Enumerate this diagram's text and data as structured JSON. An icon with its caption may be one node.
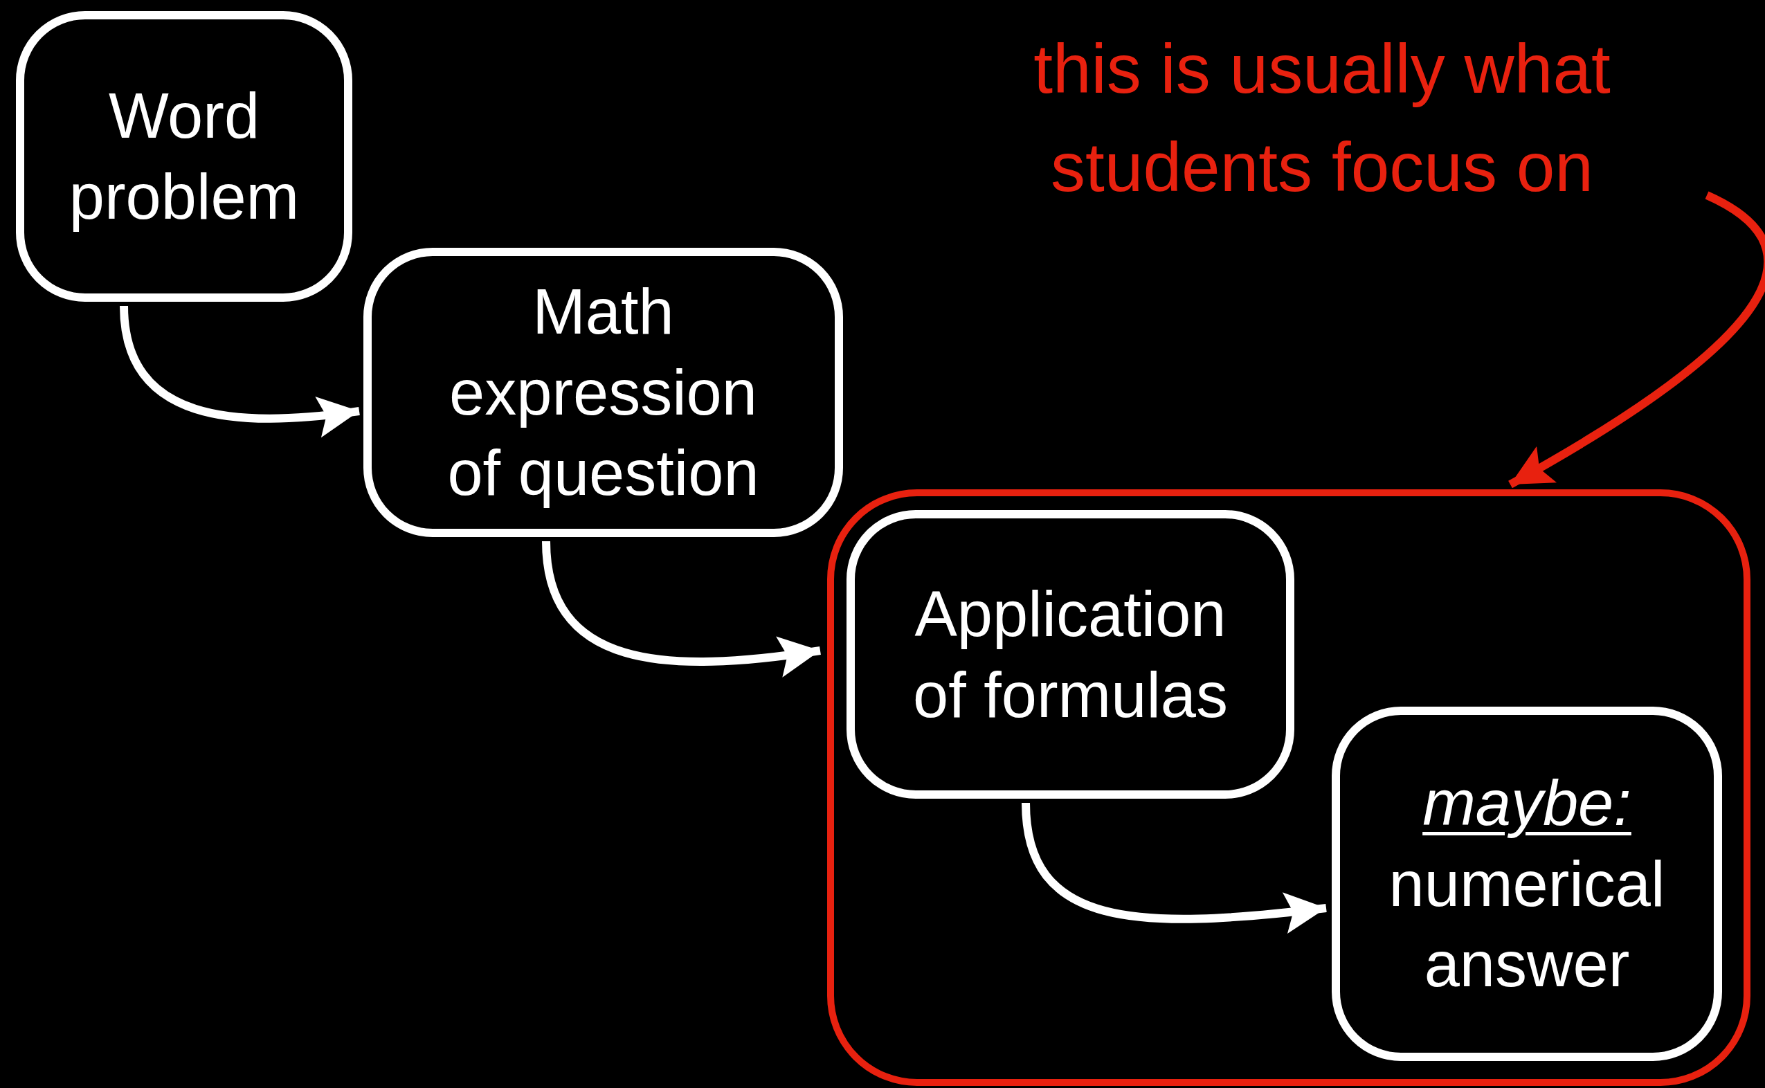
{
  "diagram": {
    "nodes": [
      {
        "text": [
          "Word problem"
        ]
      },
      {
        "text": [
          "Math expression of question"
        ]
      },
      {
        "text": [
          "this is usually what students focus on"
        ]
      },
      {
        "text": [],
        "shape": "box"
      },
      {
        "text": [
          "Application of formulas"
        ],
        "in": 3
      },
      {
        "text": [
          "maybe:",
          "numerical answer"
        ],
        "in": 3
      }
    ],
    "edges": [
      {
        "from": 0,
        "to": 1,
        "arrow": "to"
      },
      {
        "from": 1,
        "to": 4,
        "arrow": "to"
      },
      {
        "from": 4,
        "to": 5,
        "arrow": "to"
      },
      {
        "from": 2,
        "to": 3,
        "arrow": "to",
        "color": "#e8210f"
      }
    ]
  }
}
